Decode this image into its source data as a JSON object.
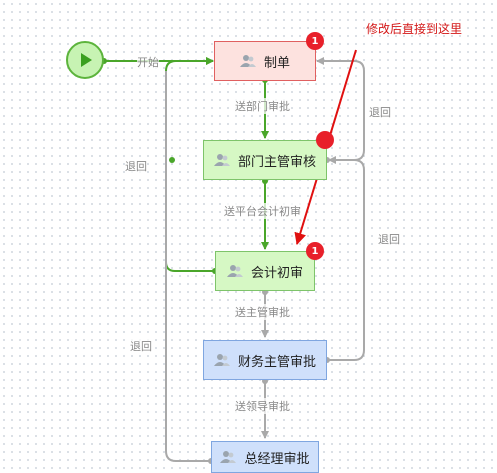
{
  "annotation": "修改后直接到这里",
  "start": {
    "label": "开始",
    "icon": "play-icon"
  },
  "nodes": {
    "draft": {
      "label": "制单",
      "badge": "1",
      "status": "rejected",
      "icon": "users-icon"
    },
    "dept_review": {
      "label": "部门主管审核",
      "badge": "",
      "status": "done",
      "icon": "users-icon"
    },
    "acct_first": {
      "label": "会计初审",
      "badge": "1",
      "status": "current",
      "icon": "users-icon"
    },
    "fin_review": {
      "label": "财务主管审批",
      "status": "pending",
      "icon": "users-icon"
    },
    "gm_review": {
      "label": "总经理审批",
      "status": "pending",
      "icon": "users-icon"
    }
  },
  "edges": {
    "to_dept": "送部门审批",
    "to_acct": "送平台会计初审",
    "to_fin": "送主管审批",
    "to_leader": "送领导审批",
    "back_dept_left": "退回",
    "back_dept_right": "退回",
    "back_fin_right": "退回",
    "back_gm_left": "退回"
  },
  "colors": {
    "done": "#4aa62a",
    "pending": "#a9a9a9",
    "annotation": "#e01010",
    "badge": "#e8202a"
  }
}
